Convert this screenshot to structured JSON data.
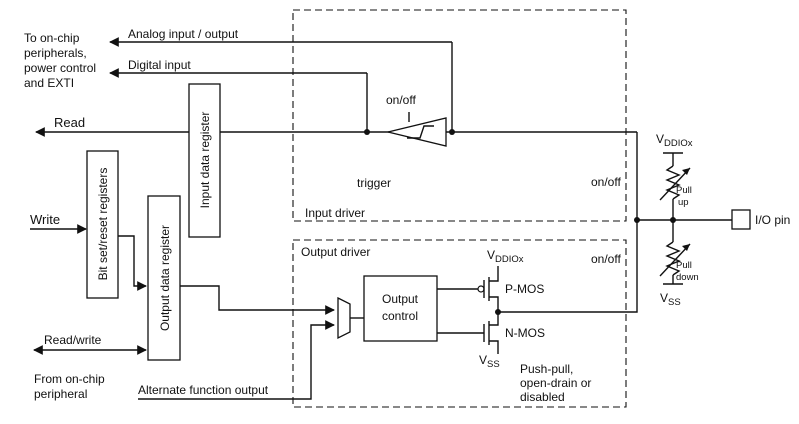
{
  "labels": {
    "to_onchip": [
      "To on-chip",
      "peripherals,",
      "power control",
      "and EXTI"
    ],
    "analog_io": "Analog input / output",
    "digital_input": "Digital input",
    "read": "Read",
    "write": "Write",
    "read_write": "Read/write",
    "from_onchip": [
      "From on-chip",
      "peripheral"
    ],
    "alt_function_output": "Alternate function output",
    "input_data_register": "Input data register",
    "bit_set_reset_registers": "Bit set/reset registers",
    "output_data_register": "Output data register",
    "on_off_trigger": "on/off",
    "trigger": "trigger",
    "input_driver": "Input driver",
    "output_driver": "Output driver",
    "output_control": [
      "Output",
      "control"
    ],
    "pmos": "P-MOS",
    "nmos": "N-MOS",
    "vddiox_top": {
      "main": "V",
      "sub": "DDIOx"
    },
    "vddiox_out": {
      "main": "V",
      "sub": "DDIOx"
    },
    "vss_out": {
      "main": "V",
      "sub": "SS"
    },
    "vss_bottom": {
      "main": "V",
      "sub": "SS"
    },
    "on_off_pullup": "on/off",
    "on_off_pulldown": "on/off",
    "pull_up": [
      "Pull",
      "up"
    ],
    "pull_down": [
      "Pull",
      "down"
    ],
    "io_pin": "I/O pin",
    "output_modes": [
      "Push-pull,",
      "open-drain or",
      "disabled"
    ]
  },
  "colors": {
    "stroke": "#111111",
    "background": "#ffffff"
  }
}
